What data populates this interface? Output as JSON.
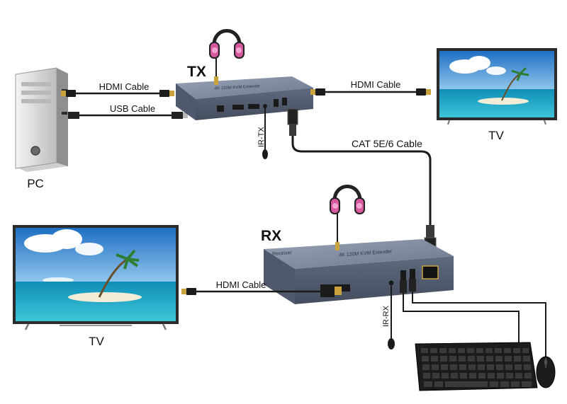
{
  "labels": {
    "tx": "TX",
    "rx": "RX",
    "pc": "PC",
    "tv_top": "TV",
    "tv_bottom": "TV",
    "hdmi_pc": "HDMI Cable",
    "usb_pc": "USB Cable",
    "hdmi_tx_tv": "HDMI Cable",
    "cat": "CAT 5E/6 Cable",
    "hdmi_rx_tv": "HDMI Cable",
    "ir_tx": "IR-TX",
    "ir_rx": "IR-RX",
    "tx_device_text": "4K 120M KVM Extender",
    "rx_device_text": "4K 120M KVM Extender",
    "rx_side_text": "Receiver"
  },
  "colors": {
    "device_body": "#6e7a90",
    "device_side": "#4f596b",
    "device_top": "#8a95a8",
    "headphone_pink": "#d6589e",
    "cable": "#1a1a1a",
    "connector_gold": "#c9a23c",
    "sky_top": "#2a7fd0",
    "sky_bottom": "#9fd3f2",
    "sea": "#1ca6c4",
    "sand": "#f3ecd6",
    "tv_frame": "#2b2b2b",
    "pc_case": "#dcdcdc"
  },
  "icons": {
    "headphones": "headphones-icon",
    "keyboard": "keyboard-icon",
    "mouse": "mouse-icon",
    "ir_sensor": "ir-sensor-icon"
  }
}
